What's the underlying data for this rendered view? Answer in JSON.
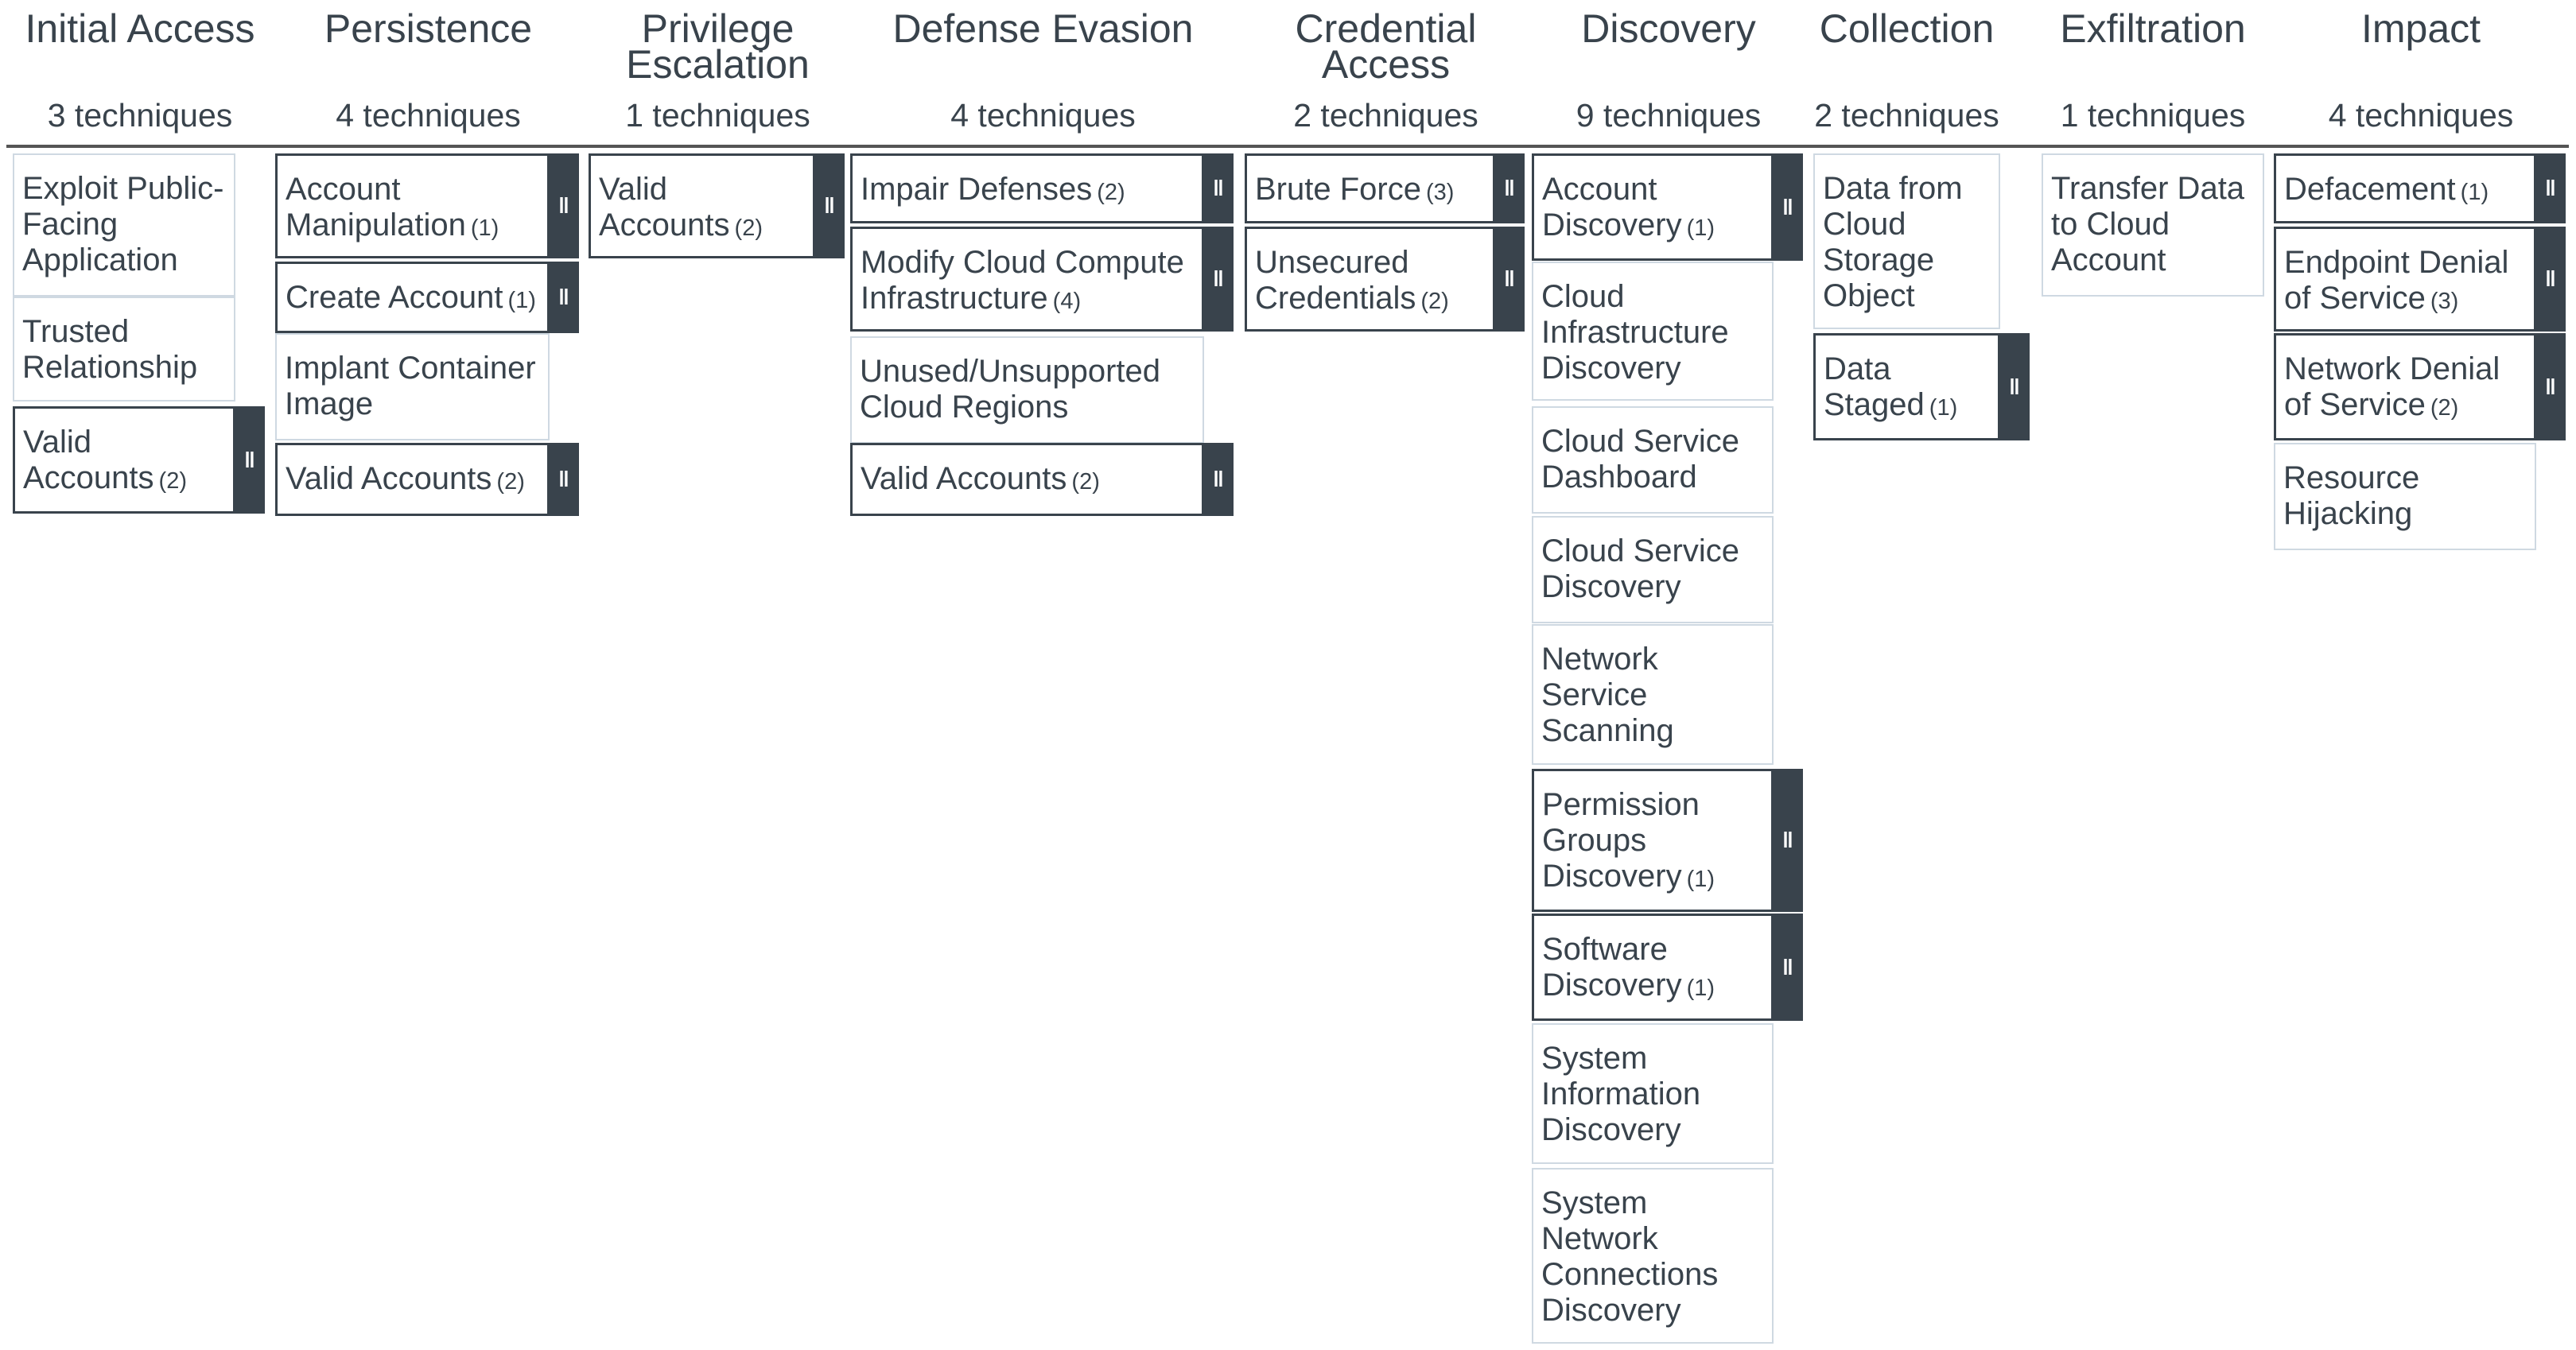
{
  "tactics": [
    {
      "name": "Initial Access",
      "count": "3 techniques",
      "techniques": [
        {
          "label": "Exploit Public-Facing Application",
          "sub": ""
        },
        {
          "label": "Trusted Relationship",
          "sub": ""
        },
        {
          "label": "Valid Accounts",
          "sub": "(2)"
        }
      ]
    },
    {
      "name": "Persistence",
      "count": "4 techniques",
      "techniques": [
        {
          "label": "Account Manipulation",
          "sub": "(1)"
        },
        {
          "label": "Create Account",
          "sub": "(1)"
        },
        {
          "label": "Implant Container Image",
          "sub": ""
        },
        {
          "label": "Valid Accounts",
          "sub": "(2)"
        }
      ]
    },
    {
      "name": "Privilege Escalation",
      "count": "1 techniques",
      "techniques": [
        {
          "label": "Valid Accounts",
          "sub": "(2)"
        }
      ]
    },
    {
      "name": "Defense Evasion",
      "count": "4 techniques",
      "techniques": [
        {
          "label": "Impair Defenses",
          "sub": "(2)"
        },
        {
          "label": "Modify Cloud Compute Infrastructure",
          "sub": "(4)"
        },
        {
          "label": "Unused/Unsupported Cloud Regions",
          "sub": ""
        },
        {
          "label": "Valid Accounts",
          "sub": "(2)"
        }
      ]
    },
    {
      "name": "Credential Access",
      "count": "2 techniques",
      "techniques": [
        {
          "label": "Brute Force",
          "sub": "(3)"
        },
        {
          "label": "Unsecured Credentials",
          "sub": "(2)"
        }
      ]
    },
    {
      "name": "Discovery",
      "count": "9 techniques",
      "techniques": [
        {
          "label": "Account Discovery",
          "sub": "(1)"
        },
        {
          "label": "Cloud Infrastructure Discovery",
          "sub": ""
        },
        {
          "label": "Cloud Service Dashboard",
          "sub": ""
        },
        {
          "label": "Cloud Service Discovery",
          "sub": ""
        },
        {
          "label": "Network Service Scanning",
          "sub": ""
        },
        {
          "label": "Permission Groups Discovery",
          "sub": "(1)"
        },
        {
          "label": "Software Discovery",
          "sub": "(1)"
        },
        {
          "label": "System Information Discovery",
          "sub": ""
        },
        {
          "label": "System Network Connections Discovery",
          "sub": ""
        }
      ]
    },
    {
      "name": "Collection",
      "count": "2 techniques",
      "techniques": [
        {
          "label": "Data from Cloud Storage Object",
          "sub": ""
        },
        {
          "label": "Data Staged",
          "sub": "(1)"
        }
      ]
    },
    {
      "name": "Exfiltration",
      "count": "1 techniques",
      "techniques": [
        {
          "label": "Transfer Data to Cloud Account",
          "sub": ""
        }
      ]
    },
    {
      "name": "Impact",
      "count": "4 techniques",
      "techniques": [
        {
          "label": "Defacement",
          "sub": "(1)"
        },
        {
          "label": "Endpoint Denial of Service",
          "sub": "(3)"
        },
        {
          "label": "Network Denial of Service",
          "sub": "(2)"
        },
        {
          "label": "Resource Hijacking",
          "sub": ""
        }
      ]
    }
  ],
  "expand_icon": "pause-bars-icon",
  "colors": {
    "text": "#39434c",
    "sidebar": "#39434c",
    "cell_border": "#cfd9e2",
    "divider": "#555555"
  }
}
